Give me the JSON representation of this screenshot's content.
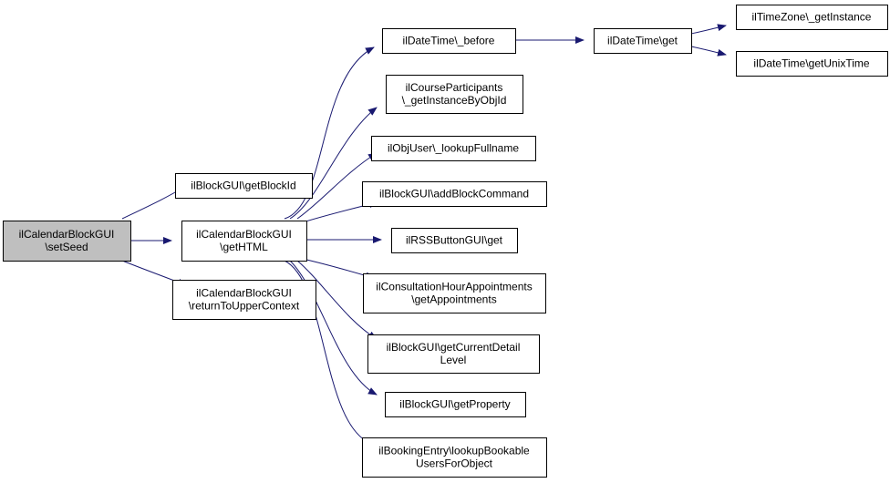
{
  "colors": {
    "edge": "#191970",
    "root_fill": "#bfbfbf",
    "node_fill": "#ffffff",
    "node_border": "#000000"
  },
  "nodes": {
    "setSeed": [
      "ilCalendarBlockGUI",
      "\\setSeed"
    ],
    "getBlockId": [
      "ilBlockGUI\\getBlockId"
    ],
    "getHTML": [
      "ilCalendarBlockGUI",
      "\\getHTML"
    ],
    "returnToUpperContext": [
      "ilCalendarBlockGUI",
      "\\returnToUpperContext"
    ],
    "before": [
      "ilDateTime\\_before"
    ],
    "getInstanceByObjId": [
      "ilCourseParticipants",
      "\\_getInstanceByObjId"
    ],
    "lookupFullname": [
      "ilObjUser\\_lookupFullname"
    ],
    "addBlockCommand": [
      "ilBlockGUI\\addBlockCommand"
    ],
    "rssGet": [
      "ilRSSButtonGUI\\get"
    ],
    "getAppointments": [
      "ilConsultationHourAppointments",
      "\\getAppointments"
    ],
    "getCurrentDetailLevel": [
      "ilBlockGUI\\getCurrentDetail",
      "Level"
    ],
    "getProperty": [
      "ilBlockGUI\\getProperty"
    ],
    "lookupBookable": [
      "ilBookingEntry\\lookupBookable",
      "UsersForObject"
    ],
    "dateGet": [
      "ilDateTime\\get"
    ],
    "getInstance": [
      "ilTimeZone\\_getInstance"
    ],
    "getUnixTime": [
      "ilDateTime\\getUnixTime"
    ]
  },
  "edges": [
    [
      "setSeed",
      "getBlockId"
    ],
    [
      "setSeed",
      "getHTML"
    ],
    [
      "setSeed",
      "returnToUpperContext"
    ],
    [
      "getHTML",
      "before"
    ],
    [
      "getHTML",
      "getInstanceByObjId"
    ],
    [
      "getHTML",
      "lookupFullname"
    ],
    [
      "getHTML",
      "addBlockCommand"
    ],
    [
      "getHTML",
      "rssGet"
    ],
    [
      "getHTML",
      "getAppointments"
    ],
    [
      "getHTML",
      "getCurrentDetailLevel"
    ],
    [
      "getHTML",
      "getProperty"
    ],
    [
      "getHTML",
      "lookupBookable"
    ],
    [
      "before",
      "dateGet"
    ],
    [
      "dateGet",
      "getInstance"
    ],
    [
      "dateGet",
      "getUnixTime"
    ]
  ]
}
